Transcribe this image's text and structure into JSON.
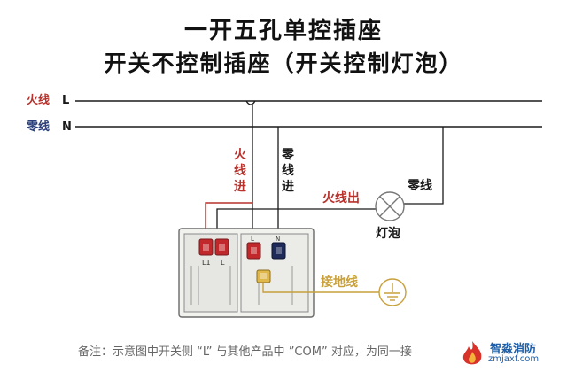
{
  "title": "一开五孔单控插座",
  "subtitle": "开关不控制插座（开关控制灯泡）",
  "labels": {
    "live_text": "火线",
    "live_letter": "L",
    "neutral_text": "零线",
    "neutral_letter": "N",
    "live_in": [
      "火",
      "线",
      "进"
    ],
    "neutral_in": [
      "零",
      "线",
      "进"
    ],
    "live_out": "火线出",
    "lamp_neutral": "零线",
    "lamp": "灯泡",
    "ground": "接地线",
    "terminal_l1": "L1",
    "terminal_l": "L",
    "terminal_right_l": "L",
    "terminal_right_n": "N"
  },
  "note": "备注：示意图中开关侧 “L” 与其他产品中 ”COM” 对应，为同一接",
  "logo": {
    "name": "智淼消防",
    "url": "zmjaxf.com"
  },
  "colors": {
    "wire": "#1a1a1a",
    "live_wire": "#b8312b",
    "ground_wire": "#c8a03c",
    "live_label": "#b8312b",
    "neutral_label": "#2a3f7a",
    "plate": "#f1f1ee",
    "terminal_red": "#c0282c",
    "terminal_blue": "#1e2a5a",
    "terminal_yellow": "#e0b84a"
  }
}
